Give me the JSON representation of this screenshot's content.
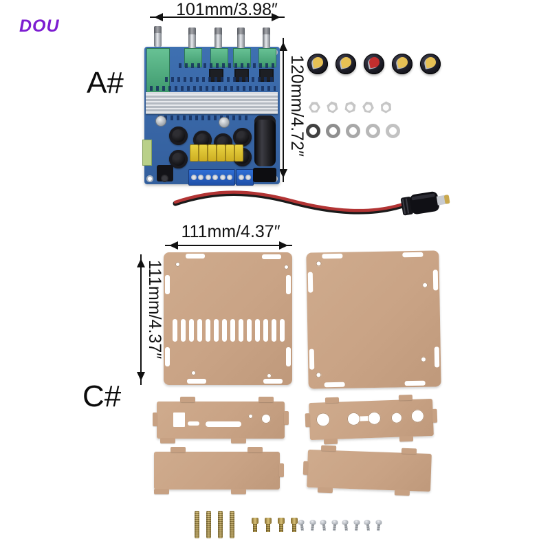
{
  "watermark": {
    "text": "DOU"
  },
  "colors": {
    "watermark": "#7d1dd1",
    "dim_text": "#111111",
    "pcb": "#3a68a8",
    "acrylic": "#c9a385",
    "knob_body": "#15151d"
  },
  "section_a": {
    "label": "A#",
    "board_width_label": "101mm/3.98″",
    "board_height_label": "120mm/4.72″",
    "knob_colors": [
      "#e6c054",
      "#e6c054",
      "#c22e2e",
      "#e6c054",
      "#e6c054"
    ],
    "nut_count": 5,
    "washer_colors": [
      "#414141",
      "#8f8f8f",
      "#a8a8a8",
      "#b8b8b8",
      "#c2c2c2"
    ]
  },
  "section_c": {
    "label": "C#",
    "case_width_label": "111mm/4.37″",
    "case_height_label": "111mm/4.37″",
    "vent_slot_count": 14
  },
  "hardware": {
    "standoff_count": 4,
    "brass_screw_count": 4,
    "machine_screw_count": 8
  }
}
